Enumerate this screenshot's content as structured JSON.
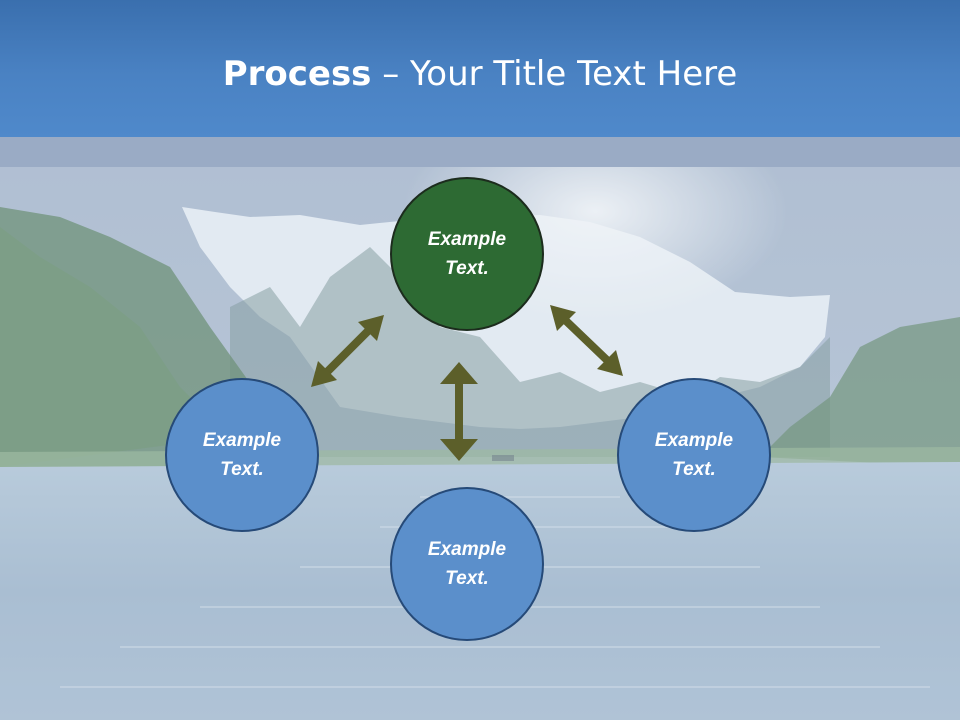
{
  "slide": {
    "title_strong": "Process",
    "title_rest": " – Your Title Text Here"
  },
  "diagram": {
    "nodes": [
      {
        "id": "top",
        "label": "Example\nText.",
        "color": "#2d6a33"
      },
      {
        "id": "left",
        "label": "Example\nText.",
        "color": "#5b8fcb"
      },
      {
        "id": "bottom",
        "label": "Example\nText.",
        "color": "#5b8fcb"
      },
      {
        "id": "right",
        "label": "Example\nText.",
        "color": "#5b8fcb"
      }
    ],
    "arrow_color": "#5c5f2a",
    "arrows": [
      {
        "from": "left",
        "to": "top",
        "type": "double"
      },
      {
        "from": "bottom",
        "to": "top",
        "type": "double"
      },
      {
        "from": "right",
        "to": "top",
        "type": "double"
      }
    ]
  }
}
